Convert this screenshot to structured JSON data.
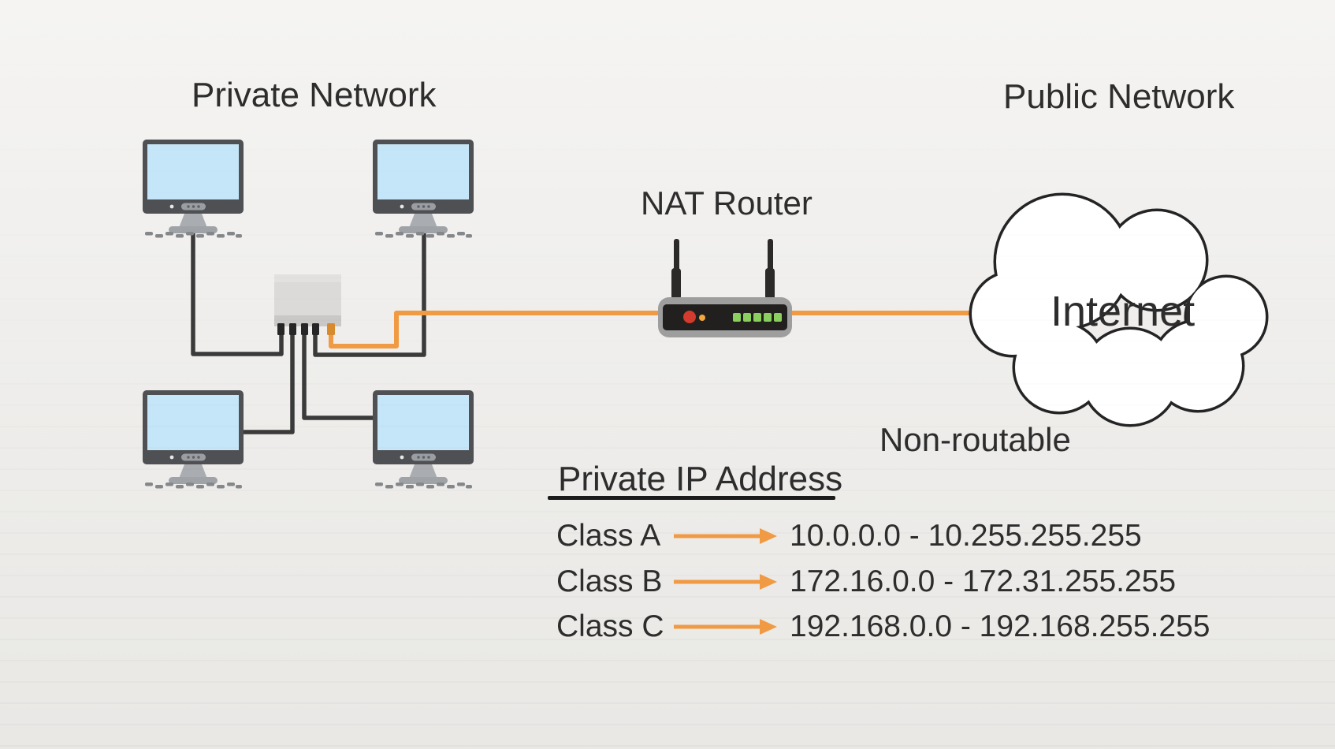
{
  "titles": {
    "private_network": "Private Network",
    "public_network": "Public Network",
    "nat_router": "NAT Router",
    "internet": "Internet",
    "non_routable": "Non-routable"
  },
  "ip_table": {
    "heading": "Private IP Address",
    "rows": [
      {
        "label": "Class A",
        "range": "10.0.0.0 - 10.255.255.255"
      },
      {
        "label": "Class B",
        "range": "172.16.0.0 - 172.31.255.255"
      },
      {
        "label": "Class C",
        "range": "192.168.0.0 - 192.168.255.255"
      }
    ]
  },
  "colors": {
    "accent_orange": "#F09A43",
    "cable_black": "#3A3A3A",
    "text": "#2D2D2D",
    "screen_blue": "#C5E6F8",
    "monitor_frame": "#4F5053",
    "switch_body": "#DBDAD8",
    "router_body": "#9E9E9E",
    "router_face": "#21201E",
    "led_red": "#D23B2E",
    "led_amber": "#F2A83C",
    "led_green": "#8BD05E",
    "cloud_fill": "#FFFFFF",
    "cloud_outline": "#242424",
    "background": "#EFEEEC"
  },
  "icons": {
    "computer": "desktop-computer-icon",
    "switch": "network-switch-icon",
    "router": "wifi-router-icon",
    "cloud": "internet-cloud-icon",
    "arrow": "arrow-right-icon"
  }
}
